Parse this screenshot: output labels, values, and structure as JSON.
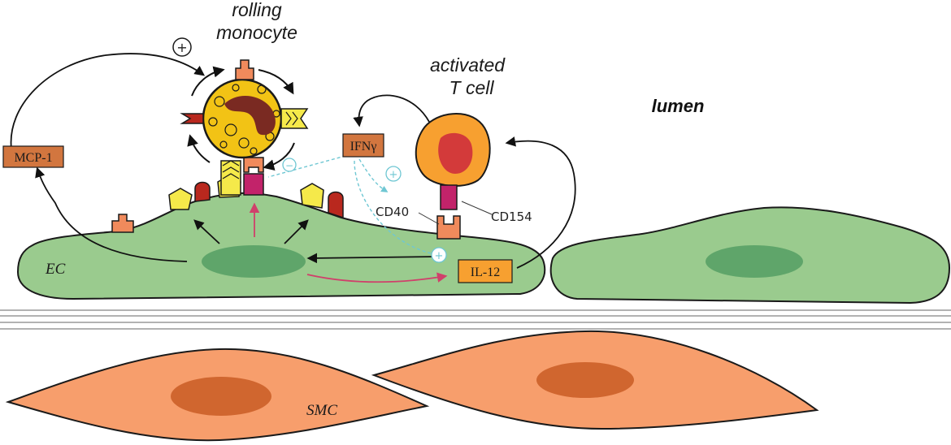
{
  "labels": {
    "rolling_line1": "rolling",
    "rolling_line2": "monocyte",
    "activated_line1": "activated",
    "activated_line2": "T cell",
    "lumen": "lumen",
    "mcp1": "MCP-1",
    "ifng": "IFNγ",
    "il12": "IL-12",
    "cd40": "CD40",
    "cd154": "CD154",
    "ec": "EC",
    "smc": "SMC"
  },
  "symbols": {
    "plus": "+",
    "minus": "−"
  },
  "colors": {
    "ec_fill": "#9acb8e",
    "ec_nucleus": "#5fa56a",
    "smc_fill": "#f79e6c",
    "smc_nucleus": "#d0662f",
    "monocyte_fill": "#f2c315",
    "monocyte_nucleus": "#7a2a22",
    "tcell_outer": "#f7a030",
    "tcell_inner": "#d33a3a",
    "box_fill": "#d2763f",
    "receptor_magenta": "#c2236a",
    "receptor_salmon": "#f08a5c",
    "yellow_receptor": "#f5e94a",
    "red_receptor": "#b9281e",
    "dashed_cyan": "#6fc7d3",
    "arrow_pink": "#d0406b"
  }
}
